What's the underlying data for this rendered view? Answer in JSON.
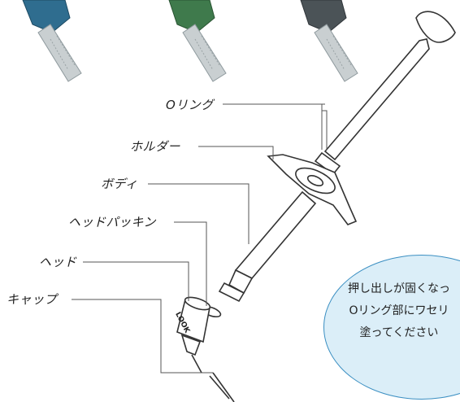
{
  "labels": {
    "oring": "Oリング",
    "holder": "ホルダー",
    "body": "ボディ",
    "head_packing": "ヘッドパッキン",
    "head": "ヘッド",
    "cap": "キャップ"
  },
  "head_marking": "LOOK",
  "note_lines": [
    "押し出しが固くなっ",
    "Oリング部にワセリ",
    "塗ってください"
  ],
  "colors": {
    "accent_bubble": "#dbeef8",
    "bubble_border": "#3b8fc2",
    "tool_blue": "#2f6d8f",
    "tool_green": "#3f7a4c",
    "tool_gray": "#4b5357"
  }
}
